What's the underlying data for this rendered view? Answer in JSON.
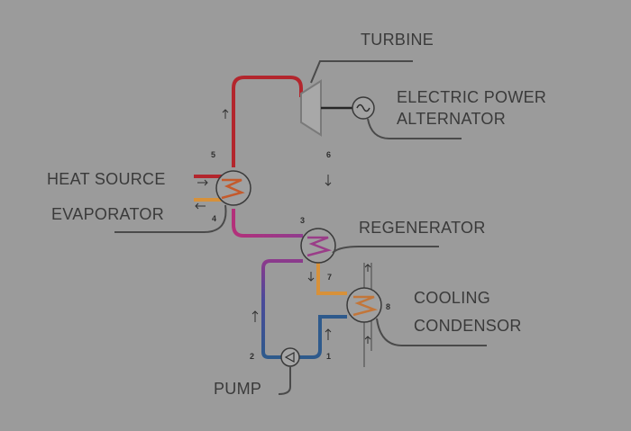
{
  "labels": {
    "turbine": "TURBINE",
    "electric_power_line1": "ELECTRIC POWER",
    "electric_power_line2": "ALTERNATOR",
    "heat_source": "HEAT SOURCE",
    "evaporator": "EVAPORATOR",
    "regenerator": "REGENERATOR",
    "cooling": "COOLING",
    "condensor": "CONDENSOR",
    "pump": "PUMP"
  },
  "state_points": {
    "p1": "1",
    "p2": "2",
    "p3": "3",
    "p4": "4",
    "p5": "5",
    "p6": "6",
    "p7": "7",
    "p8": "8"
  },
  "colors": {
    "background": "#9b9b9b",
    "hot_vapor": "#b3262d",
    "warm_vapor": "#d7913a",
    "regenerated_liquid": "#a0337a",
    "cold_liquid": "#2e5a8c",
    "leader_line": "#4a4a4a"
  }
}
